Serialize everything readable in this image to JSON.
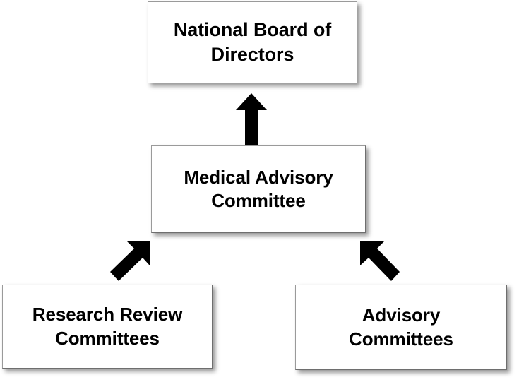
{
  "diagram": {
    "title": "National Board of Directors organizational hierarchy",
    "type": "organizational-chart",
    "background_color": "#ffffff",
    "box_fill_color": "#ffffff",
    "box_border_color": "#808080",
    "arrow_color": "#000000",
    "text_color": "#000000",
    "nodes": [
      {
        "id": "national-board",
        "label": "National Board of\nDirectors",
        "level": 1
      },
      {
        "id": "medical-advisory",
        "label": "Medical Advisory\nCommittee",
        "level": 2
      },
      {
        "id": "research-review",
        "label": "Research Review\nCommittees",
        "level": 3
      },
      {
        "id": "advisory-committees",
        "label": "Advisory\nCommittees",
        "level": 3
      }
    ],
    "connectors": [
      {
        "id": "mac-to-board",
        "from": "medical-advisory",
        "to": "national-board",
        "direction": "up",
        "style": "block-arrow"
      },
      {
        "id": "rrc-to-mac",
        "from": "research-review",
        "to": "medical-advisory",
        "direction": "up-right",
        "style": "block-arrow"
      },
      {
        "id": "ac-to-mac",
        "from": "advisory-committees",
        "to": "medical-advisory",
        "direction": "up-left",
        "style": "block-arrow"
      }
    ]
  }
}
